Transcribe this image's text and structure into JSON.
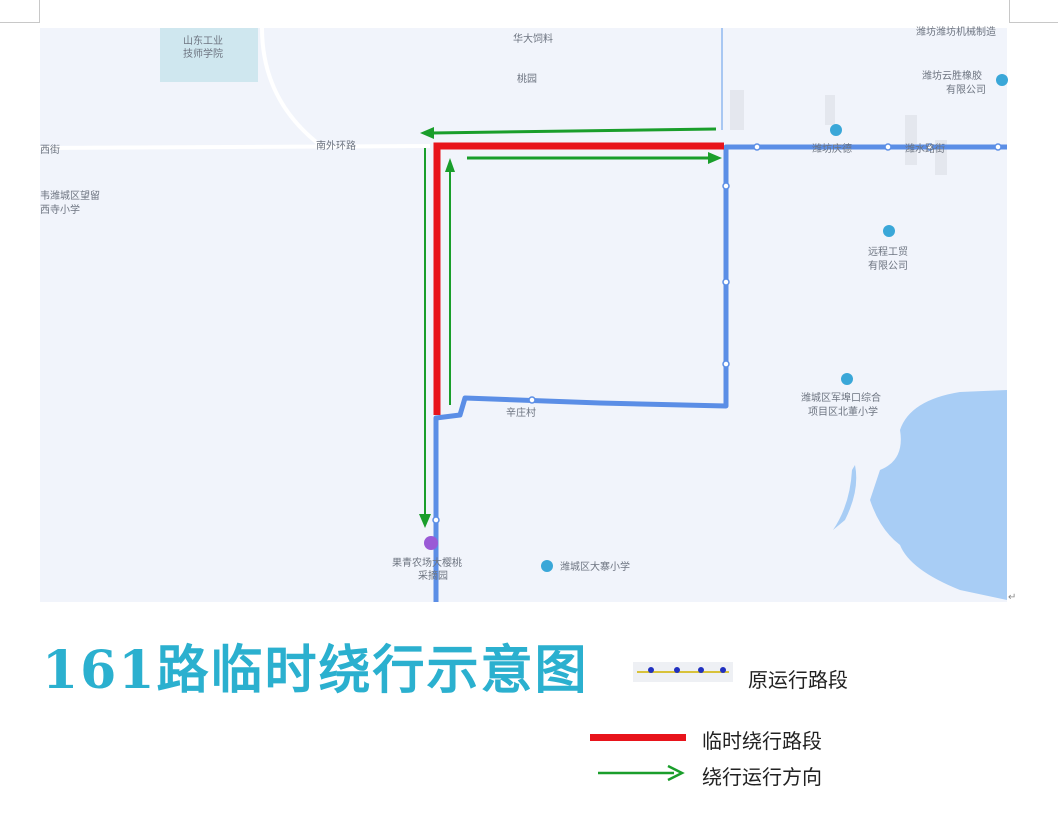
{
  "map": {
    "labels": {
      "school1": [
        "山东工业",
        "技师学院"
      ],
      "huada": "华大饲料",
      "taoyuan": "桃园",
      "top_right_cut": "潍坊潍坊机械制造",
      "yunsheng": [
        "潍坊云胜橡胶",
        "有限公司"
      ],
      "road_nanwai": "南外环路",
      "xijie": "西街",
      "wangliu": [
        "韦潍城区望留",
        "西寺小学"
      ],
      "qingde": "潍坊庆德",
      "weixiao": "潍水路街",
      "yuancheng": [
        "远程工贸",
        "有限公司"
      ],
      "junbu": [
        "潍城区军埠口综合",
        "项目区北董小学"
      ],
      "xinzhuang": "辛庄村",
      "farm": [
        "果青农场大樱桃",
        "采摘园"
      ],
      "dazhai": "潍城区大寨小学"
    },
    "colors": {
      "original_route": "#5b8ee6",
      "detour_route": "#e8141b",
      "direction_arrow": "#1a9e2b",
      "water": "#a8cdf5",
      "land": "#f1f4fb"
    }
  },
  "title": "161路临时绕行示意图",
  "legend": [
    {
      "icon": "blue-dotted-line",
      "label": "原运行路段"
    },
    {
      "icon": "red-line",
      "label": "临时绕行路段"
    },
    {
      "icon": "green-arrow",
      "label": "绕行运行方向"
    }
  ],
  "paragraph_mark": "↵"
}
